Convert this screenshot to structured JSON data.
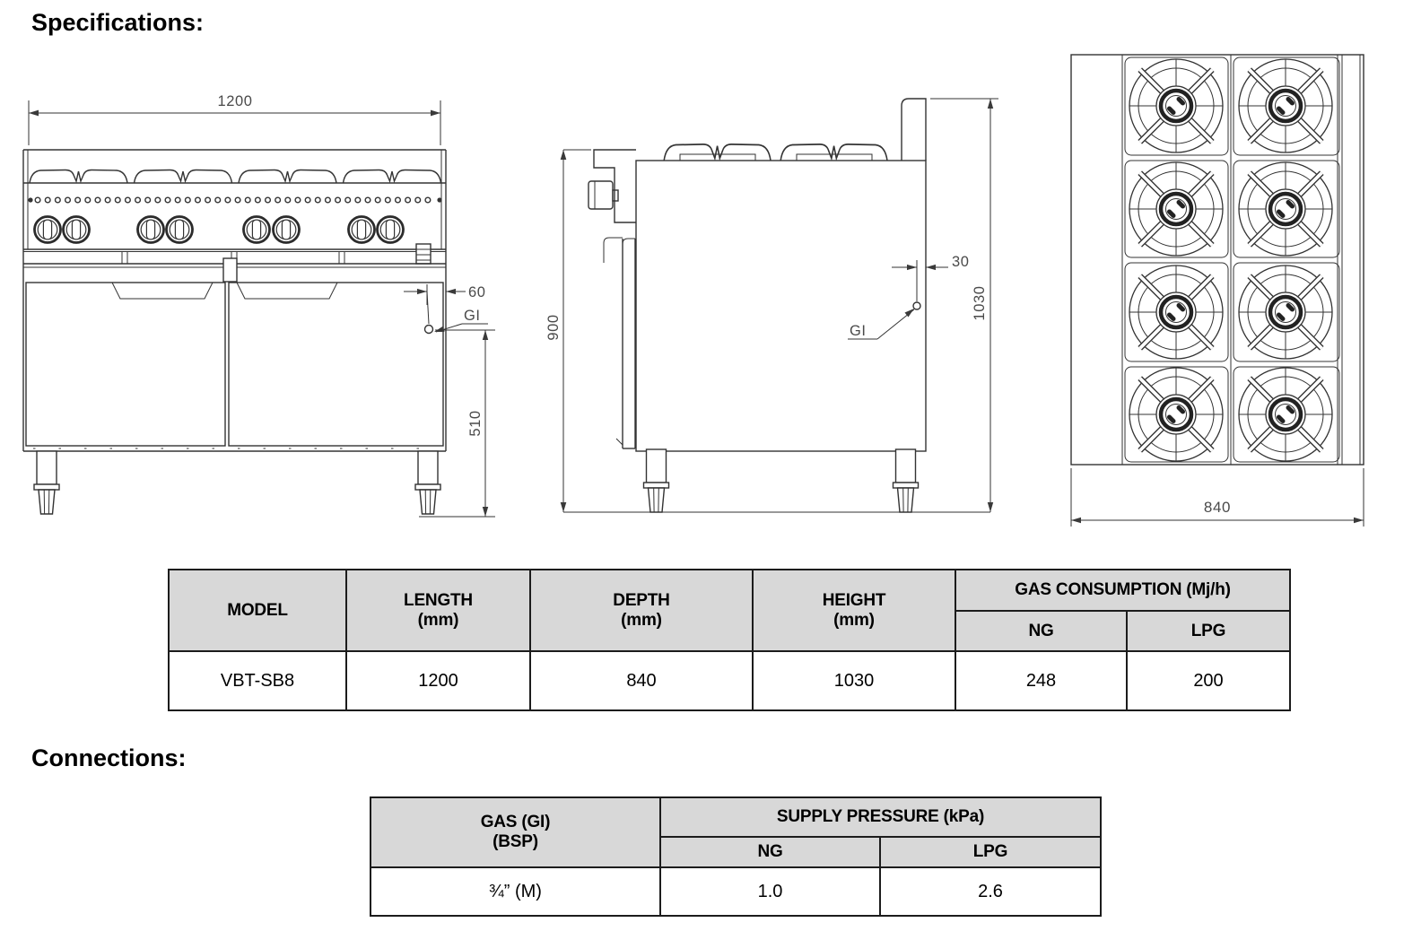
{
  "headings": {
    "specifications": "Specifications:",
    "connections": "Connections:"
  },
  "colors": {
    "table_header_bg": "#d8d8d8",
    "drawing_line": "#333333"
  },
  "front_view": {
    "width_dim": "1200",
    "gas_offset_dim": "60",
    "gas_inlet_label": "GI",
    "gas_inlet_height_dim": "510"
  },
  "side_view": {
    "bench_height_dim": "900",
    "gas_offset_dim": "30",
    "gas_inlet_label": "GI",
    "overall_height_dim": "1030"
  },
  "top_view": {
    "depth_dim": "840"
  },
  "spec_table": {
    "headers": {
      "model": "MODEL",
      "length_1": "LENGTH",
      "length_2": "(mm)",
      "depth_1": "DEPTH",
      "depth_2": "(mm)",
      "height_1": "HEIGHT",
      "height_2": "(mm)",
      "gas_group": "GAS CONSUMPTION (Mj/h)",
      "ng": "NG",
      "lpg": "LPG"
    },
    "row": {
      "model": "VBT-SB8",
      "length": "1200",
      "depth": "840",
      "height": "1030",
      "ng": "248",
      "lpg": "200"
    }
  },
  "connections_table": {
    "headers": {
      "gas_1": "GAS (GI)",
      "gas_2": "(BSP)",
      "pressure_group": "SUPPLY PRESSURE (kPa)",
      "ng": "NG",
      "lpg": "LPG"
    },
    "row": {
      "size": "¾” (M)",
      "ng": "1.0",
      "lpg": "2.6"
    }
  }
}
